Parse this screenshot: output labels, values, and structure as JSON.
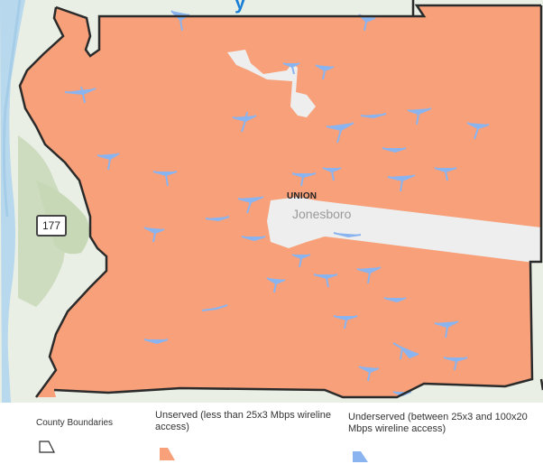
{
  "map": {
    "county_label": "UNION",
    "city_label": "Jonesboro",
    "route_shield": "177",
    "title_fragment": "y"
  },
  "legend": {
    "county_boundaries": "County Boundaries",
    "unserved": "Unserved (less than 25x3 Mbps wireline access)",
    "underserved": "Underserved (between 25x3 and 100x20 Mbps wireline access)"
  },
  "colors": {
    "unserved": "#f7a07a",
    "underserved": "#8ab4f0",
    "boundary": "#2b2b2b",
    "basemap": "#e9efe4",
    "river": "#b8d8ee",
    "forest": "#cddcbf"
  }
}
